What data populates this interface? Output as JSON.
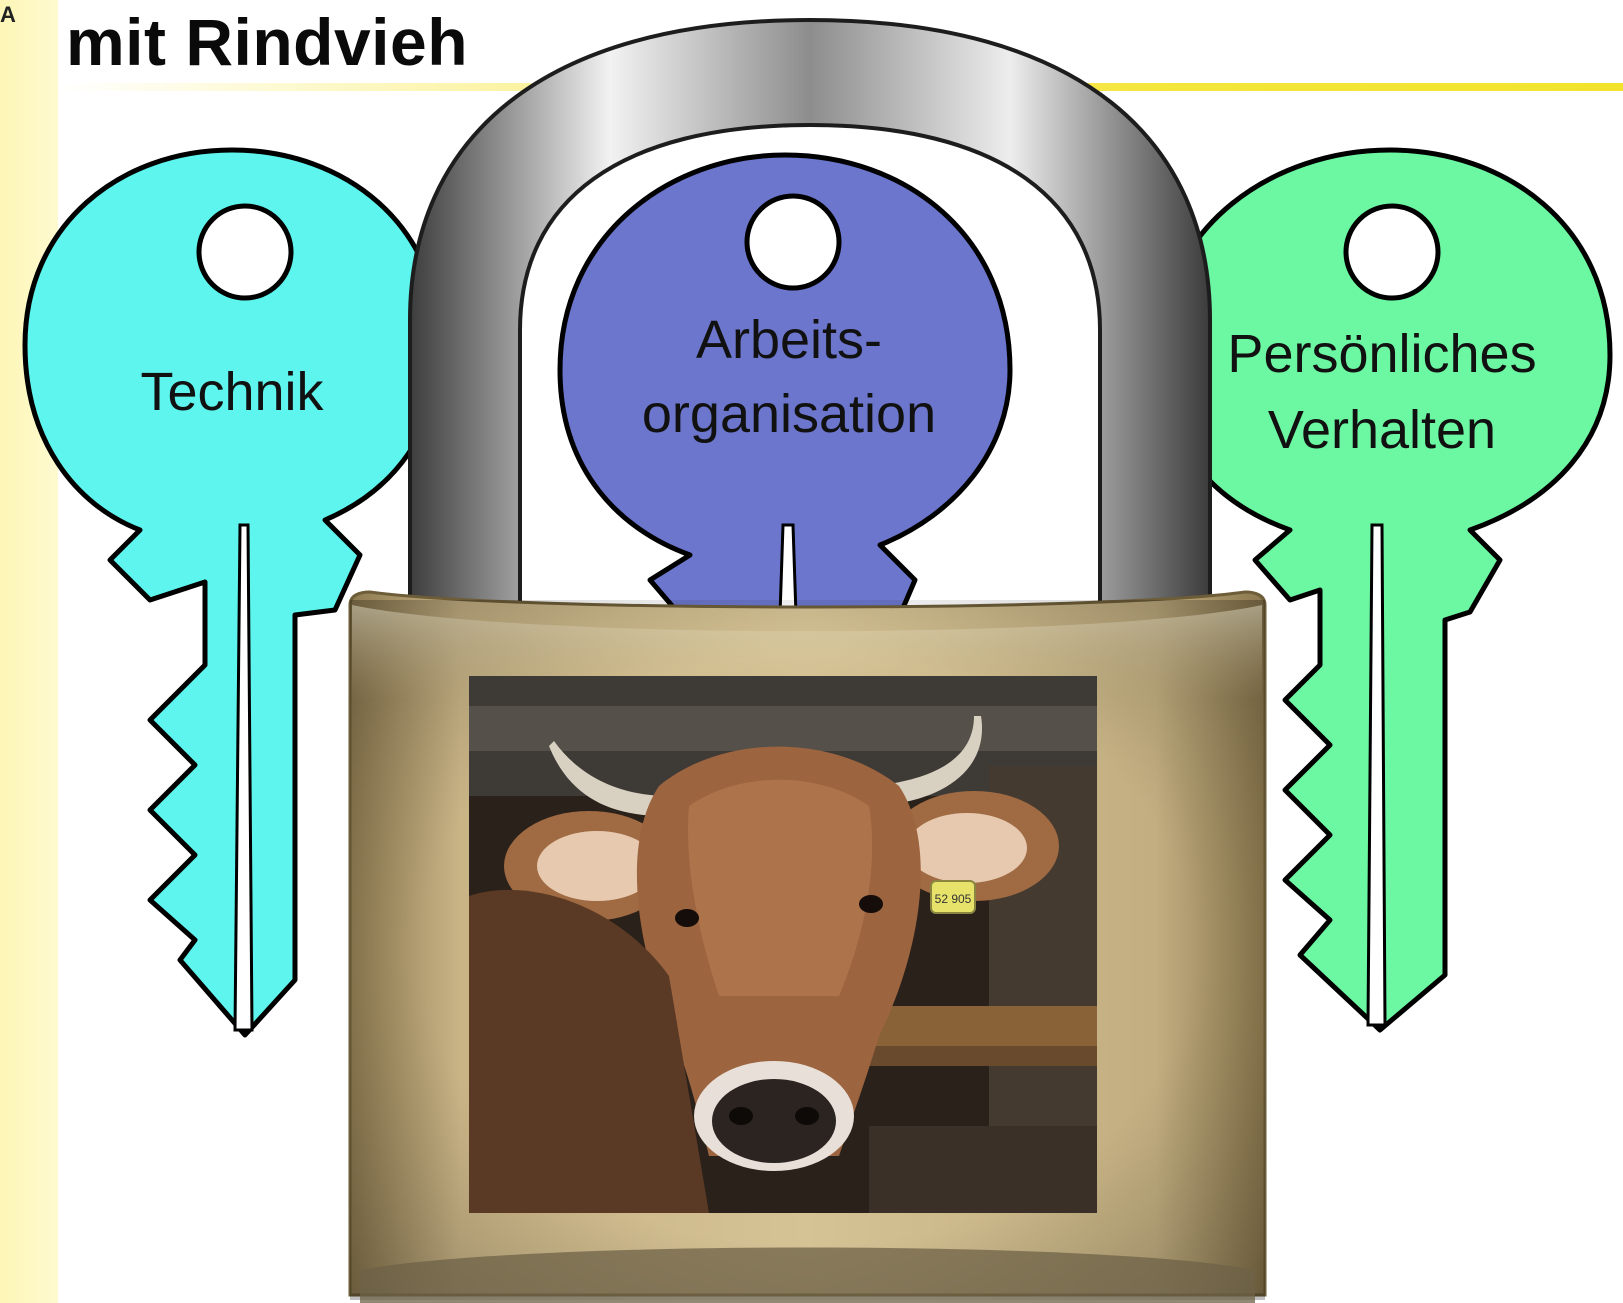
{
  "header": {
    "corner_letter": "A",
    "title": "mit Rindvieh"
  },
  "keys": [
    {
      "label_line1": "Technik",
      "label_line2": "",
      "color": "#5ef5ee"
    },
    {
      "label_line1": "Arbeits-",
      "label_line2": "organisation",
      "color": "#6b76cc"
    },
    {
      "label_line1": "Persönliches",
      "label_line2": "Verhalten",
      "color": "#6cf7a2"
    }
  ],
  "padlock": {
    "body_color": "#c7b384",
    "shackle_color": "#b9b9b9",
    "photo": {
      "subject": "cow",
      "ear_tag_text": "52 905"
    }
  }
}
